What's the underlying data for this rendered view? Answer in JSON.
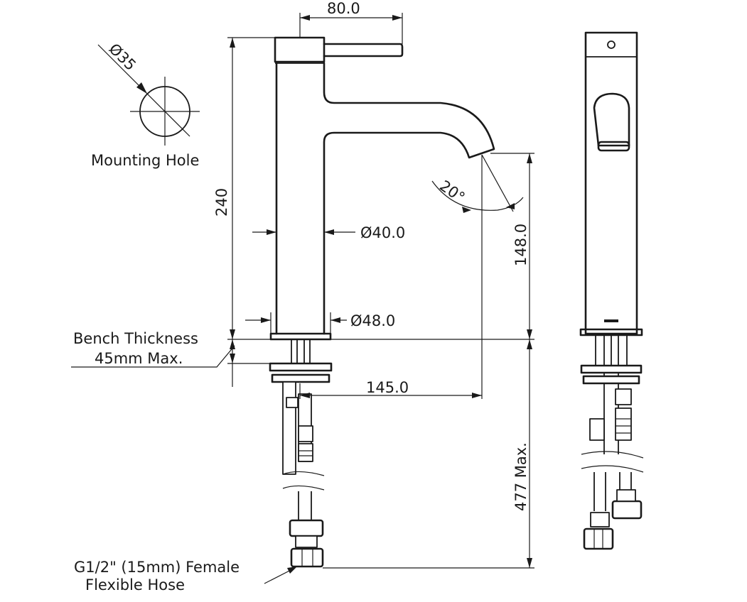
{
  "dimensions": {
    "handle_length": "80.0",
    "mount_hole_dia": "Ø35",
    "body_height": "240",
    "body_dia": "Ø40.0",
    "base_dia": "Ø48.0",
    "spout_angle": "20°",
    "spout_height": "148.0",
    "spout_reach": "145.0",
    "hose_length": "477 Max."
  },
  "notes": {
    "mounting_hole": "Mounting Hole",
    "bench_line1": "Bench Thickness",
    "bench_line2": "45mm Max.",
    "hose_line1": "G1/2\" (15mm) Female",
    "hose_line2": "Flexible Hose"
  }
}
